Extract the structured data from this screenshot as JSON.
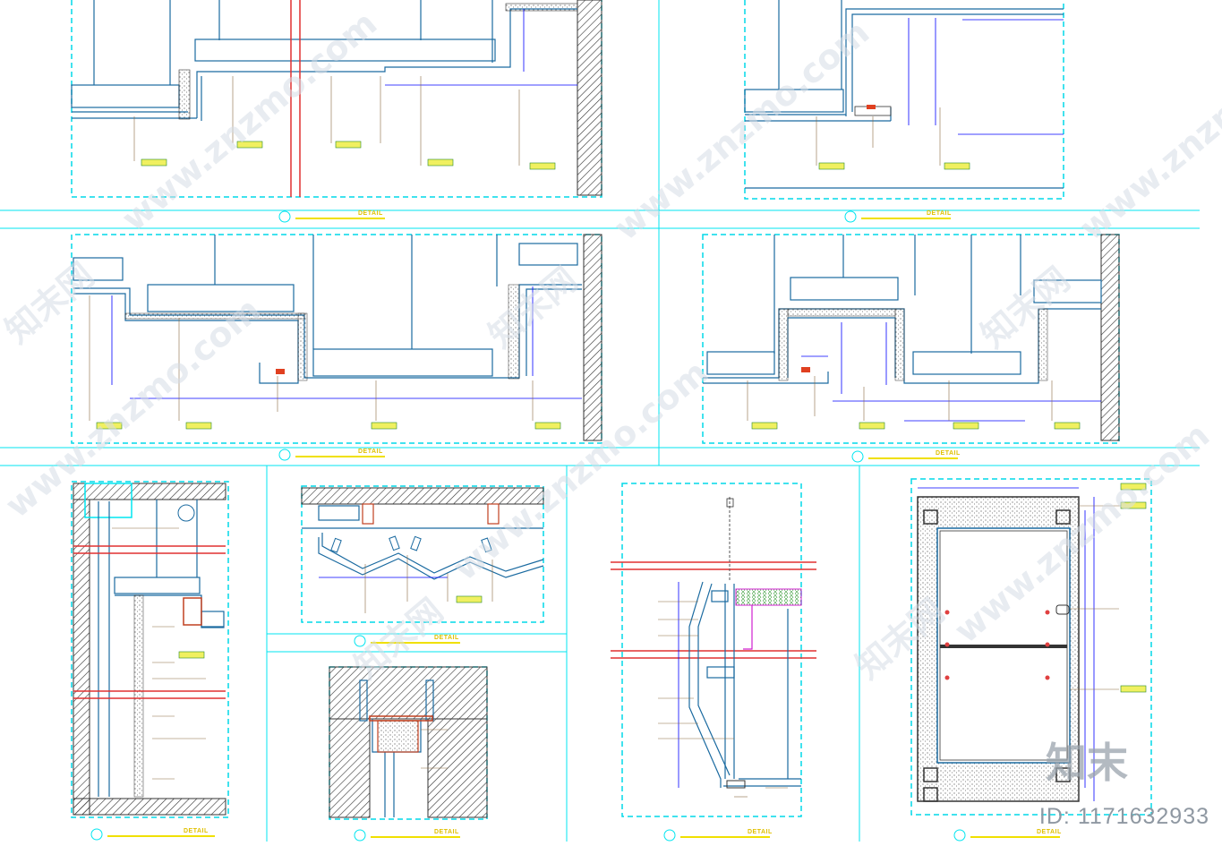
{
  "panels": [
    {
      "title": "DETAIL"
    },
    {
      "title": "DETAIL"
    },
    {
      "title": "DETAIL"
    },
    {
      "title": "DETAIL"
    },
    {
      "title": "DETAIL"
    },
    {
      "title": "DETAIL"
    },
    {
      "title": "DETAIL"
    },
    {
      "title": "DETAIL"
    },
    {
      "title": "DETAIL"
    }
  ],
  "watermark": {
    "site": "www.znzmo.com",
    "brand": "知末网",
    "logo": "知末",
    "id": "ID: 1171632933"
  },
  "colors": {
    "frame": "#00e5f0",
    "dash": "#00d8e8",
    "section": "#1a6aa0",
    "wall": "#333333",
    "pipe": "#e03030",
    "dim": "#0000ff",
    "leader": "#8a6a40",
    "tag": "#f0f060",
    "title_bar": "#f0e000",
    "magenta": "#d020d0"
  }
}
